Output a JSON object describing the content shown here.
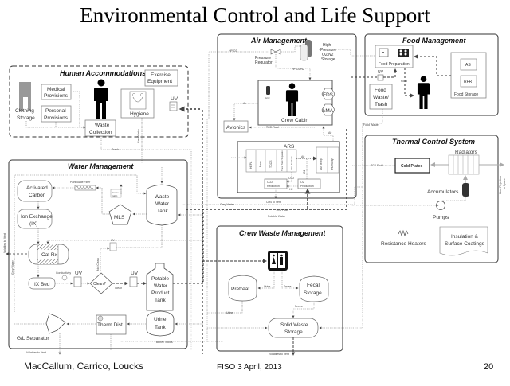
{
  "slide": {
    "title": "Environmental Control and Life Support",
    "footer_left": "MacCallum, Carrico, Loucks",
    "footer_center": "FISO 3 April, 2013",
    "page_number": "20"
  },
  "sections": {
    "human_accommodations": {
      "title": "Human Accommodations",
      "items": {
        "clothing_storage": [
          "Clothing",
          "Storage"
        ],
        "medical_provisions": [
          "Medical",
          "Provisions"
        ],
        "personal_provisions": [
          "Personal",
          "Provisions"
        ],
        "exercise_equipment": [
          "Exercise",
          "Equipment"
        ],
        "hygiene": "Hygiene",
        "uv": "UV",
        "waste_collection": [
          "Waste",
          "Collection"
        ],
        "grey_water": "Grey Water",
        "trash": "Trash"
      }
    },
    "air_management": {
      "title": "Air Management",
      "items": {
        "hp_o2": "HP O2",
        "pressure_regulator": [
          "Pressure",
          "Regulator"
        ],
        "high_pressure_storage": [
          "High",
          "Pressure",
          "O2/N2",
          "Storage"
        ],
        "hp_o2n2": "HP O2/N2",
        "pfe": "PFE",
        "crew_cabin": "Crew Cabin",
        "fds": "FDS",
        "ama": "AMA",
        "avionics": "Avionics",
        "air": "Air",
        "tcs_fluid": "TCS Fluid",
        "ars": "ARS",
        "ars_modules": [
          "HEPA",
          "Fans",
          "TCCS",
          "Snow Tank Separator",
          "CO2 Sorbent"
        ],
        "air_temp_control": [
          "Air Temp",
          "Control"
        ],
        "humidity_control": [
          "Humidity",
          "Control"
        ],
        "co2_reduction": [
          "CO2",
          "Reduction"
        ],
        "o2_production": [
          "O2",
          "Production"
        ],
        "co2": "CO2",
        "h2": "H2",
        "o2": "O2",
        "ch4_to_vent": "CH4 to Vent",
        "potable_water": "Potable Water",
        "grey_water": "Grey Water"
      }
    },
    "food_management": {
      "title": "Food Management",
      "items": {
        "food_preparation": "Food Preparation",
        "uv": "UV",
        "food": "Food",
        "food_waste_trash": [
          "Food",
          "Waste/",
          "Trash"
        ],
        "as": "AS",
        "rfr": "RFR",
        "food_storage": "Food Storage",
        "food_waste": "Food Waste"
      }
    },
    "thermal_control": {
      "title": "Thermal Control System",
      "items": {
        "tcs_fluid": "TCS Fluid",
        "cold_plates": "Cold Plates",
        "radiators": "Radiators",
        "accumulators": "Accumulators",
        "pumps": "Pumps",
        "resistance_heaters": "Resistance Heaters",
        "insulation": [
          "Insulation &",
          "Surface Coatings"
        ],
        "heat_rejection": [
          "Heat Rejection",
          "to Space"
        ]
      }
    },
    "water_management": {
      "title": "Water Management",
      "items": {
        "activated_carbon": [
          "Activated",
          "Carbon"
        ],
        "particulate_filter": "Particulate Filter",
        "vent_to_cabin": [
          "Vent to",
          "Cabin"
        ],
        "waste_water_tank": [
          "Waste",
          "Water",
          "Tank"
        ],
        "mls": "MLS",
        "ion_exchange": [
          "Ion Exchange",
          "(IX)"
        ],
        "cat_rx": "Cat Rx",
        "uv": "UV",
        "ix_bed": "IX Bed",
        "conductivity": "Conductivity",
        "clean": "Clean?",
        "not_clean": "Not Clean",
        "clean_label": "Clean",
        "potable_water_tank": [
          "Potable",
          "Water",
          "Product",
          "Tank"
        ],
        "therm_dist": "Therm Dist",
        "urine_tank": [
          "Urine",
          "Tank"
        ],
        "gl_separator": "G/L Separator",
        "grey_water": "Grey Water",
        "volatiles_to_vent_side": "Volatiles to Vent",
        "volatiles_to_vent": "Volatiles to Vent",
        "brine_solids": "Brine / Solids"
      }
    },
    "crew_waste": {
      "title": "Crew Waste Management",
      "items": {
        "pretreat": "Pretreat",
        "fecal_storage": [
          "Fecal",
          "Storage"
        ],
        "urine": "Urine",
        "feces": "Feces",
        "solid_waste_storage": [
          "Solid Waste",
          "Storage"
        ],
        "volatiles_to_vent": "Volatiles to Vent"
      }
    }
  }
}
